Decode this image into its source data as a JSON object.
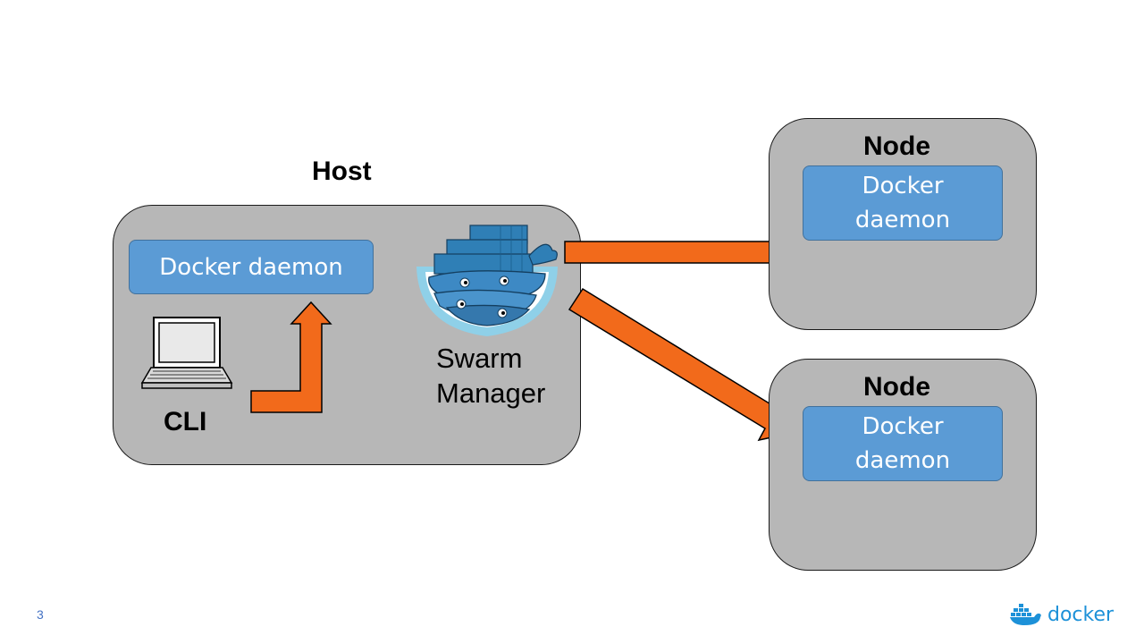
{
  "host": {
    "title": "Host",
    "daemon_label": "Docker daemon",
    "cli_label": "CLI",
    "swarm_label_line1": "Swarm",
    "swarm_label_line2": "Manager"
  },
  "nodes": [
    {
      "title": "Node",
      "daemon_line1": "Docker",
      "daemon_line2": "daemon"
    },
    {
      "title": "Node",
      "daemon_line1": "Docker",
      "daemon_line2": "daemon"
    }
  ],
  "footer": {
    "slide_number": "3",
    "brand": "docker"
  },
  "colors": {
    "arrow": "#f26a1b",
    "daemon": "#5b9bd5",
    "panel": "#b7b7b7",
    "brand": "#1d91d8"
  },
  "icons": [
    "laptop-icon",
    "swarm-whales-icon",
    "docker-logo-icon"
  ]
}
